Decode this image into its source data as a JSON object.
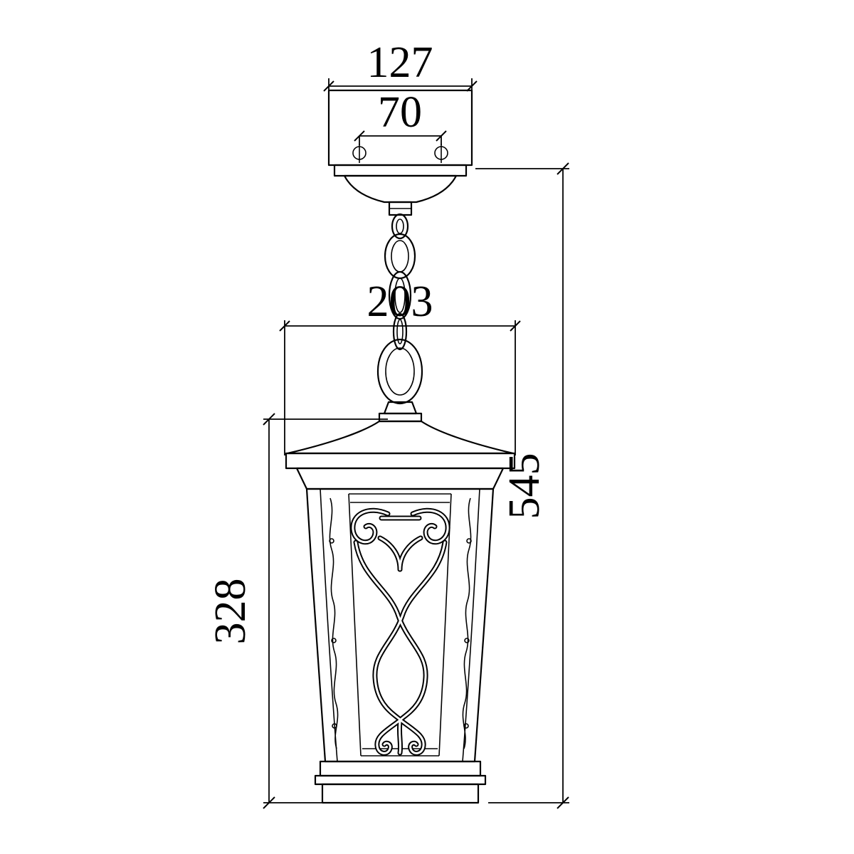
{
  "colors": {
    "background": "#ffffff",
    "line": "#000000"
  },
  "dimensions": {
    "mount_plate_width": "127",
    "mounting_hole_spacing": "70",
    "lantern_width": "203",
    "overall_height": "545",
    "lantern_body_height": "328"
  }
}
